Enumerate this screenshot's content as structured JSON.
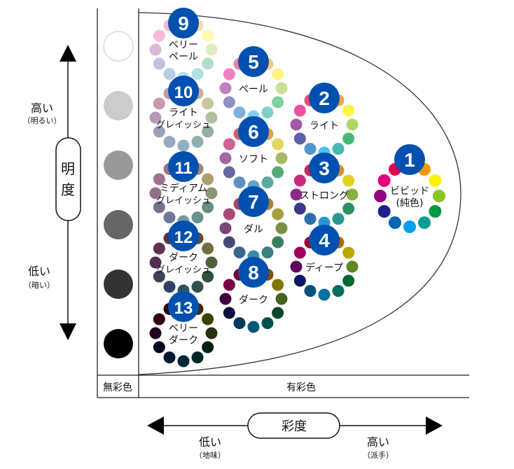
{
  "lightness_axis": {
    "label": "明度",
    "high": "高い",
    "high_sub": "（明るい）",
    "low": "低い",
    "low_sub": "（暗い）"
  },
  "saturation_axis": {
    "label": "彩度",
    "low": "低い",
    "low_sub": "（地味）",
    "high": "高い",
    "high_sub": "（派手）"
  },
  "achromatic": {
    "label": "無彩色",
    "grays": [
      "#ffffff",
      "#cccccc",
      "#999999",
      "#666666",
      "#333333",
      "#000000"
    ]
  },
  "chromatic": {
    "label": "有彩色"
  },
  "badge_color": "#0050b0",
  "tones": [
    {
      "id": "1",
      "label": [
        "ビビッド",
        "(純色)"
      ],
      "colors": [
        "#e83820",
        "#f39800",
        "#fff100",
        "#8fc31f",
        "#009944",
        "#009e96",
        "#00a0e9",
        "#0068b7",
        "#1d2088",
        "#920783",
        "#e4007f",
        "#e5004f"
      ]
    },
    {
      "id": "2",
      "label": [
        "ライト"
      ],
      "colors": [
        "#f08070",
        "#f5a540",
        "#fff34d",
        "#b0d565",
        "#48b878",
        "#48b8b0",
        "#50c0f0",
        "#5595d0",
        "#6060a8",
        "#a858a8",
        "#ec50a0",
        "#ec4a78"
      ]
    },
    {
      "id": "3",
      "label": [
        "ストロング"
      ],
      "colors": [
        "#c83030",
        "#d89030",
        "#e0d020",
        "#8cb040",
        "#2a9060",
        "#2a9890",
        "#2a98d0",
        "#2a70a8",
        "#3a3a88",
        "#8a2a88",
        "#c82a80",
        "#c82a58"
      ]
    },
    {
      "id": "4",
      "label": [
        "ディープ"
      ],
      "colors": [
        "#a02020",
        "#b06800",
        "#b8a800",
        "#608820",
        "#006830",
        "#007060",
        "#0070a0",
        "#005080",
        "#101868",
        "#600060",
        "#a00060",
        "#a00030"
      ]
    },
    {
      "id": "5",
      "label": [
        "ペール"
      ],
      "colors": [
        "#f8a0a0",
        "#f8c880",
        "#fff580",
        "#c8e090",
        "#80d0a0",
        "#80d0c8",
        "#80d0f0",
        "#80b0e0",
        "#9090c8",
        "#c080c0",
        "#f080c0",
        "#f080a0"
      ]
    },
    {
      "id": "6",
      "label": [
        "ソフト"
      ],
      "colors": [
        "#d86070",
        "#d8a050",
        "#e0d860",
        "#a8b868",
        "#5aa878",
        "#5aa8a0",
        "#5aa8d0",
        "#6090c0",
        "#6868a0",
        "#a068a0",
        "#d06098",
        "#d06070"
      ]
    },
    {
      "id": "7",
      "label": [
        "ダル"
      ],
      "colors": [
        "#a85060",
        "#a88040",
        "#a8a040",
        "#7a9048",
        "#3a8060",
        "#3a8080",
        "#3a88b0",
        "#3a6890",
        "#484878",
        "#784878",
        "#a84878",
        "#a84860"
      ]
    },
    {
      "id": "8",
      "label": [
        "ダーク"
      ],
      "colors": [
        "#801820",
        "#805000",
        "#807800",
        "#486020",
        "#004a28",
        "#005050",
        "#005878",
        "#003860",
        "#101040",
        "#400040",
        "#780040",
        "#780028"
      ]
    },
    {
      "id": "9",
      "label": [
        "ベリー",
        "ペール"
      ],
      "colors": [
        "#f8c8c8",
        "#f8d8b0",
        "#fffab0",
        "#e0ecc0",
        "#b0e0c8",
        "#b0e0e0",
        "#b0dcf0",
        "#b8cce8",
        "#c0c0e0",
        "#dcb8dc",
        "#f8b8d8",
        "#f8b8c8"
      ]
    },
    {
      "id": "10",
      "label": [
        "ライト",
        "グレイッシュ"
      ],
      "colors": [
        "#c8a0a8",
        "#c8b090",
        "#c8c8a0",
        "#b0c0a0",
        "#90b0a0",
        "#90b0b0",
        "#90b0c0",
        "#98a8c0",
        "#9ea0b8",
        "#b898b8",
        "#c898b0",
        "#c898a8"
      ]
    },
    {
      "id": "11",
      "label": [
        "ミディアム",
        "グレイッシュ"
      ],
      "colors": [
        "#a07080",
        "#a08868",
        "#a8a070",
        "#889870",
        "#6a9080",
        "#6a9090",
        "#7098a8",
        "#707898",
        "#7a7090",
        "#907088",
        "#a07090",
        "#a07080"
      ]
    },
    {
      "id": "12",
      "label": [
        "ダーク",
        "グレイッシュ"
      ],
      "colors": [
        "#603040",
        "#605030",
        "#707040",
        "#506040",
        "#305040",
        "#305050",
        "#305060",
        "#304060",
        "#404058",
        "#503050",
        "#603050",
        "#603040"
      ]
    },
    {
      "id": "13",
      "label": [
        "ベリー",
        "ダーク"
      ],
      "colors": [
        "#401010",
        "#402808",
        "#404000",
        "#283010",
        "#002010",
        "#002828",
        "#002838",
        "#001830",
        "#080820",
        "#200020",
        "#300018",
        "#300010"
      ]
    }
  ]
}
